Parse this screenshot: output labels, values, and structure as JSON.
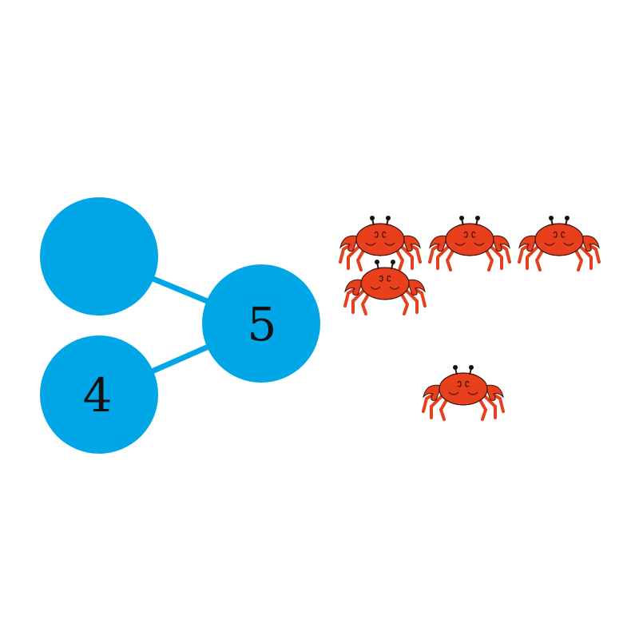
{
  "number_bond": {
    "whole": "5",
    "parts": [
      "",
      "4"
    ],
    "circle_color": "#00A6E6",
    "line_color": "#00A6E6"
  },
  "crabs": {
    "icon": "crab-icon",
    "color": "#E8401C",
    "groups": [
      {
        "name": "top-group",
        "count": 4
      },
      {
        "name": "bottom-group",
        "count": 1
      }
    ]
  }
}
